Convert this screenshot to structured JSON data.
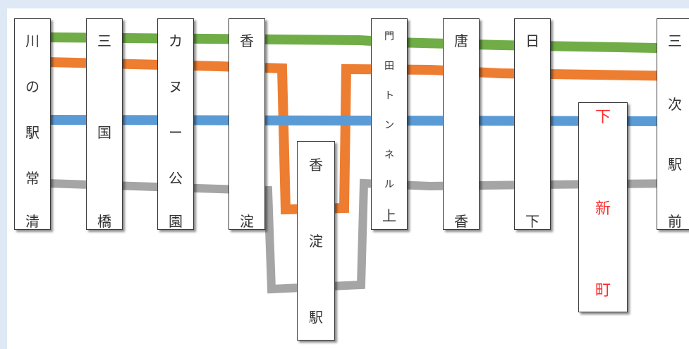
{
  "colors": {
    "green": "#70ad47",
    "orange": "#ed7d31",
    "blue": "#5b9bd5",
    "gray": "#a5a5a5",
    "red_text": "#ff2a2a",
    "background": "#dfe9f5"
  },
  "stations": [
    {
      "id": "kawanoeki-jousei",
      "chars": [
        "川",
        "の",
        "駅",
        "常",
        "清"
      ],
      "style": "normal"
    },
    {
      "id": "mikunibashi",
      "chars": [
        "三",
        "",
        "国",
        "",
        "橋"
      ],
      "style": "normal"
    },
    {
      "id": "kanu-kouen",
      "chars": [
        "カ",
        "ヌ",
        "ー",
        "公",
        "園"
      ],
      "style": "normal"
    },
    {
      "id": "koyodo",
      "chars": [
        "香",
        "",
        "",
        "",
        "淀"
      ],
      "style": "normal"
    },
    {
      "id": "koyodo-eki",
      "chars": [
        "香",
        "淀",
        "駅"
      ],
      "style": "normal"
    },
    {
      "id": "mon-den-tunnel-ue",
      "chars": [
        "門",
        "田",
        "ト",
        "ン",
        "ネ",
        "ル",
        "上"
      ],
      "style": "small"
    },
    {
      "id": "karaka",
      "chars": [
        "唐",
        "",
        "",
        "",
        "香"
      ],
      "style": "normal"
    },
    {
      "id": "hinoshita",
      "chars": [
        "日",
        "",
        "",
        "",
        "下"
      ],
      "style": "normal"
    },
    {
      "id": "shimo-shinmachi",
      "chars": [
        "下",
        "新",
        "町"
      ],
      "style": "red"
    },
    {
      "id": "mitsugi-ekimae",
      "chars": [
        "三",
        "次",
        "駅",
        "前"
      ],
      "style": "normal"
    }
  ]
}
